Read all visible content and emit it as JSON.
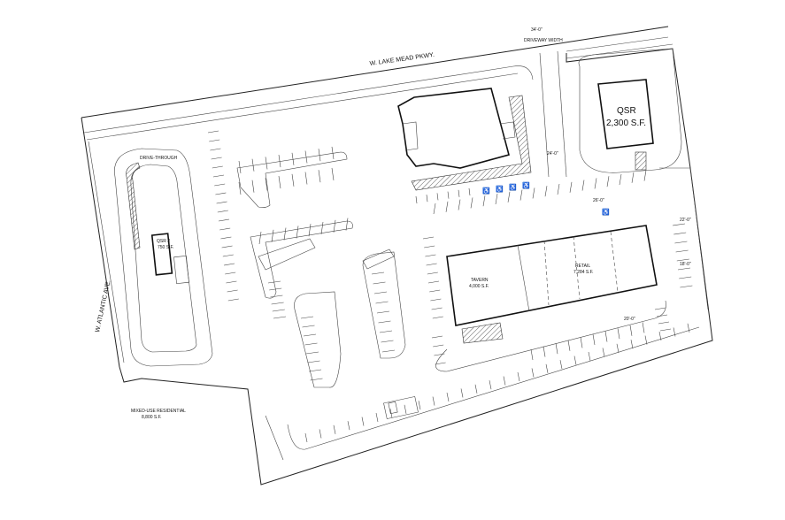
{
  "streets": {
    "north": "W. LAKE MEAD PKWY.",
    "west": "W. ATLANTIC AVE."
  },
  "buildings": {
    "qsr_main": {
      "name": "QSR",
      "area": "2,300 S.F."
    },
    "qsr_small": {
      "name": "QSR 2",
      "area": "750 S.F."
    },
    "tavern": {
      "name": "TAVERN",
      "area": "4,000 S.F."
    },
    "retail": {
      "name": "RETAIL",
      "area": "7,284 S.F."
    }
  },
  "labels": {
    "drive_through": "DRIVE-THROUGH",
    "residential": "MIXED-USE RESIDENTIAL",
    "residential_area": "8,800 S.F.",
    "driveway_width": "DRIVEWAY WIDTH",
    "dim_34": "34'-0\"",
    "dim_24": "24'-0\"",
    "dim_26": "26'-0\"",
    "dim_22": "22'-0\"",
    "dim_18": "18'-0\"",
    "dim_20": "20'-0\""
  }
}
